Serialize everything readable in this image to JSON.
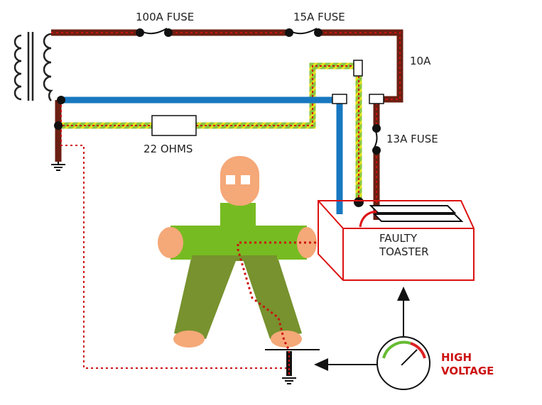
{
  "labels": {
    "fuse_main": "100A FUSE",
    "fuse_secondary": "15A FUSE",
    "current_rating": "10A",
    "fuse_appliance": "13A FUSE",
    "resistor": "22 OHMS",
    "toaster_line1": "FAULTY",
    "toaster_line2": "TOASTER",
    "warning_line1": "HIGH",
    "warning_line2": "VOLTAGE"
  },
  "colors": {
    "live_wire": "#6b1f12",
    "neutral_wire": "#1878c0",
    "earth_wire_green": "#8cc63f",
    "earth_wire_yellow": "#e8e01c",
    "fault_path": "#cc1111",
    "toaster_outline": "#dd1111",
    "person_torso": "#77bb22",
    "person_legs": "#77922e",
    "skin": "#f5a878",
    "warning_text": "#cc1111",
    "meter_green": "#66bb33",
    "meter_red": "#dd2222"
  },
  "meter": {
    "needle_level": 0.75
  }
}
